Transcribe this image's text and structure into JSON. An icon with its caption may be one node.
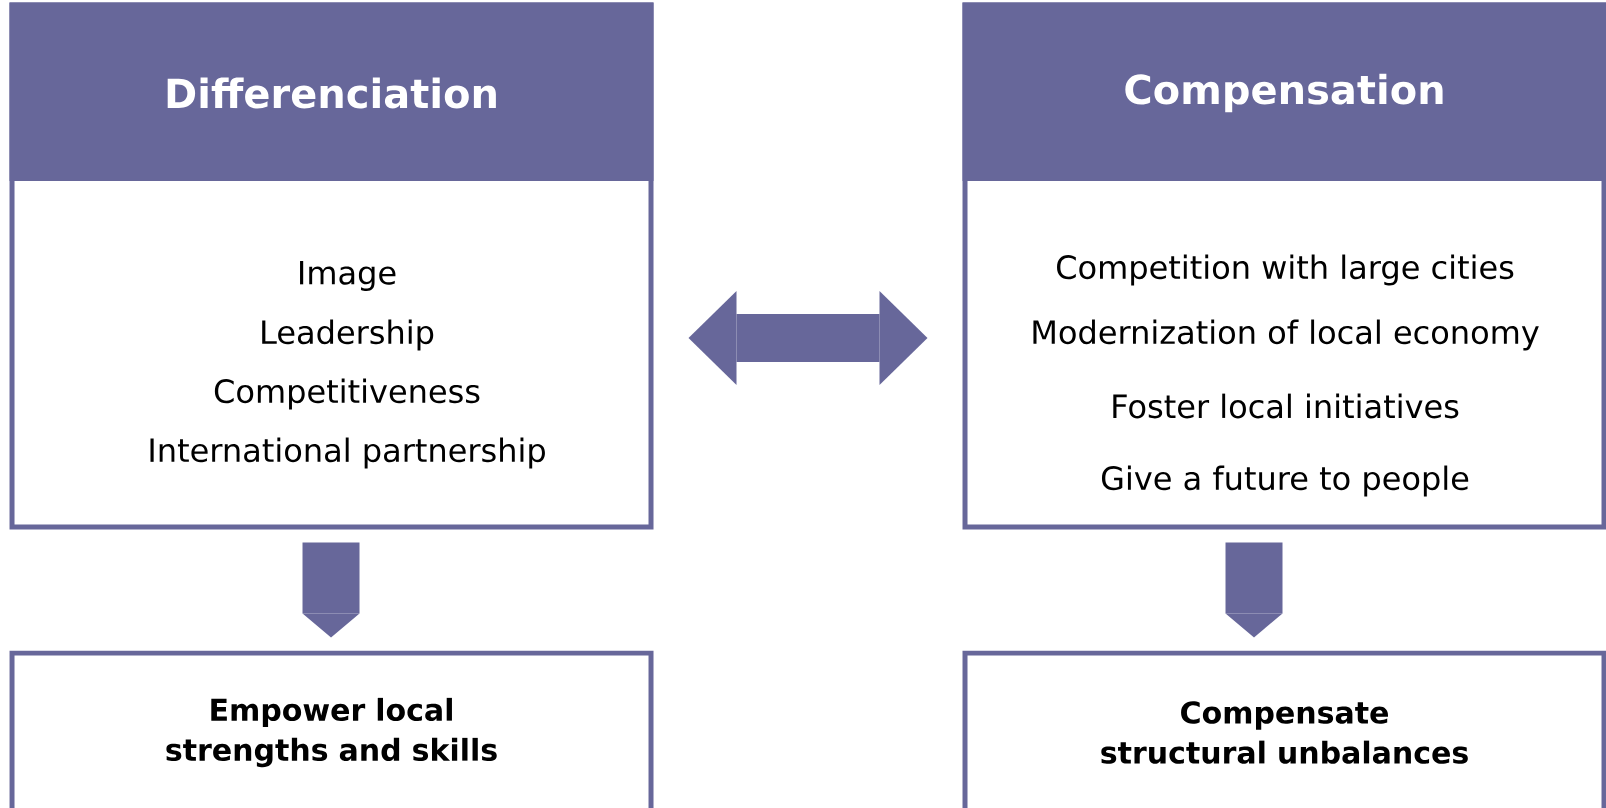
{
  "diagram": {
    "nodes": [
      {
        "text": [
          "Differenciation",
          "Image",
          "Leadership",
          "Competitiveness",
          "International partnership"
        ]
      },
      {
        "text": [
          "Compensation",
          "Competition with large cities",
          "Modernization of local economy",
          "Foster local initiatives",
          "Give a future to people"
        ]
      },
      {
        "text": [
          "Empower local strengths and skills"
        ]
      },
      {
        "text": [
          "Compensate structural unbalances"
        ]
      }
    ],
    "edges": [
      {
        "from": 0,
        "to": 1,
        "arrow": "both"
      },
      {
        "from": 0,
        "to": 2,
        "arrow": "to"
      },
      {
        "from": 1,
        "to": 3,
        "arrow": "to"
      }
    ]
  }
}
